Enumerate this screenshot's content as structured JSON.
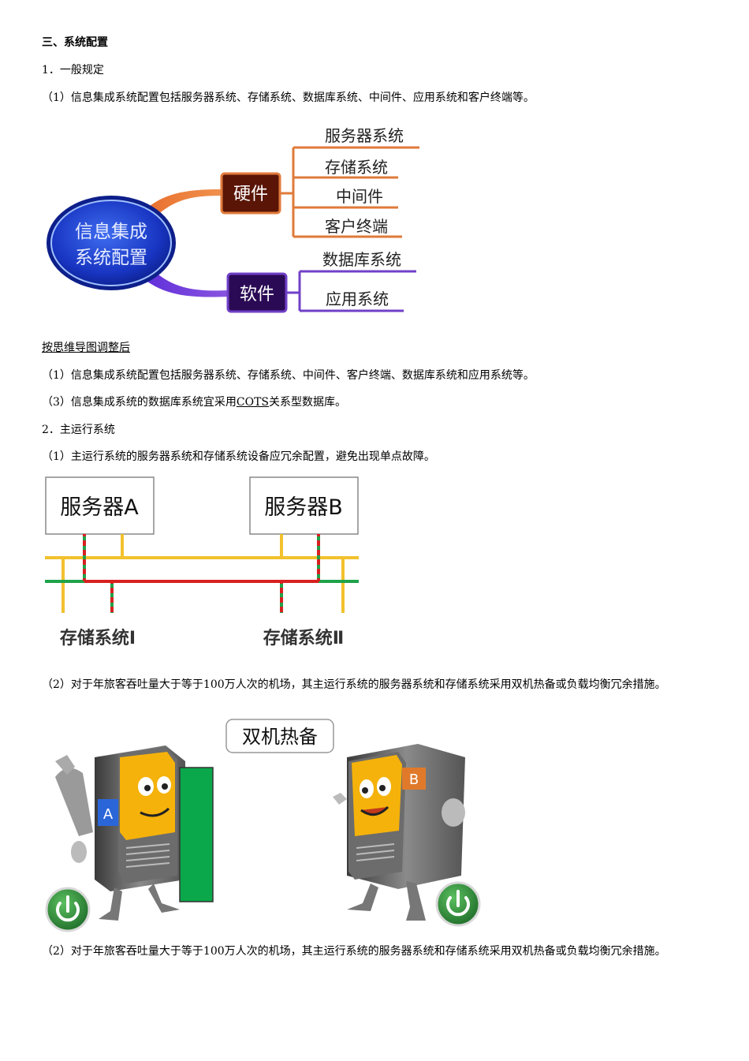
{
  "section_title": "三、系统配置",
  "sub1": "1．一般规定",
  "p1": "（1）信息集成系统配置包括服务器系统、存储系统、数据库系统、中间件、应用系统和客户终端等。",
  "mindmap": {
    "center_line1": "信息集成",
    "center_line2": "系统配置",
    "hardware": "硬件",
    "software": "软件",
    "hw_items": [
      "服务器系统",
      "存储系统",
      "中间件",
      "客户终端"
    ],
    "sw_items": [
      "数据库系统",
      "应用系统"
    ],
    "colors": {
      "hardware_box": "#5a1506",
      "software_box": "#2a0a55",
      "hw_line": "#e07a3a",
      "sw_line": "#7040c8",
      "center": "#1a3fc8"
    }
  },
  "adjust_title": "按思维导图调整后",
  "p2": "（1）信息集成系统配置包括服务器系统、存储系统、中间件、客户终端、数据库系统和应用系统等。",
  "p3_pre": "（3）信息集成系统的数据库系统宜采用",
  "p3_cots": "COTS",
  "p3_post": "关系型数据库。",
  "sub2": "2．主运行系统",
  "p4": "（1）主运行系统的服务器系统和存储系统设备应冗余配置，避免出现单点故障。",
  "redundancy": {
    "server_a": "服务器A",
    "server_b": "服务器B",
    "storage_1": "存储系统Ⅰ",
    "storage_2": "存储系统Ⅱ",
    "colors": {
      "yellow_bus": "#f2c12e",
      "green_bus": "#1fa34a",
      "red_link": "#d82020"
    }
  },
  "p5": "（2）对于年旅客吞吐量大于等于100万人次的机场，其主运行系统的服务器系统和存储系统采用双机热备或负载均衡冗余措施。",
  "hotstandby": {
    "label": "双机热备",
    "badge_a": "A",
    "badge_b": "B",
    "colors": {
      "power": "#2e8b3e",
      "bar": "#0aa84a",
      "face": "#f5b20a"
    }
  },
  "p6": "（2）对于年旅客吞吐量大于等于100万人次的机场，其主运行系统的服务器系统和存储系统采用双机热备或负载均衡冗余措施。"
}
